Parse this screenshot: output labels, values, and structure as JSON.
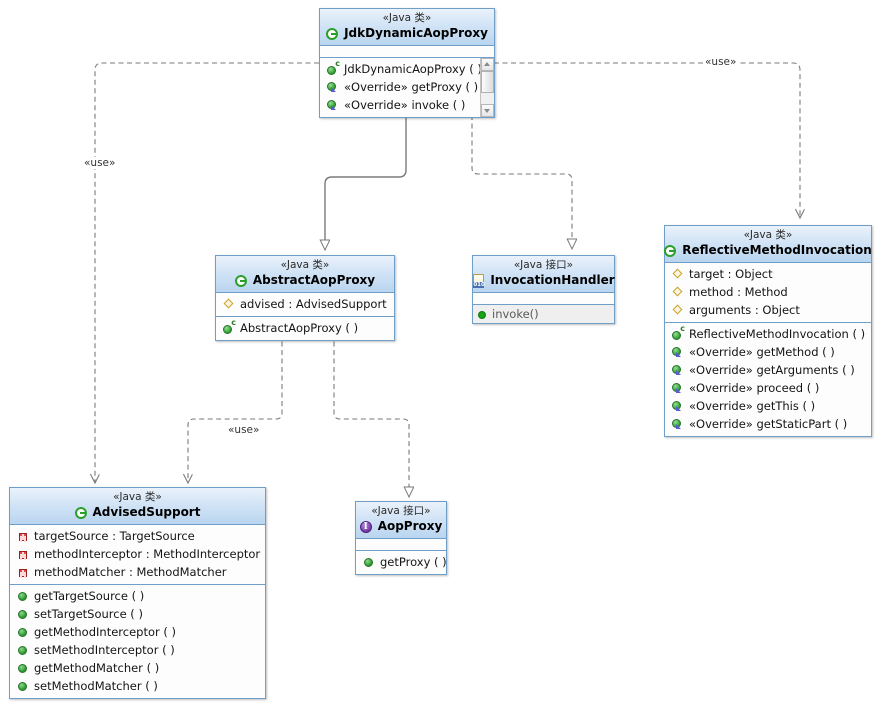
{
  "diagram": {
    "title": "Spring AOP JDK Dynamic Proxy UML Class Diagram",
    "stereotype_class": "«Java 类»",
    "stereotype_interface": "«Java 接口»",
    "override_tag": "«Override»",
    "colors": {
      "header_top": "#eaf2fb",
      "header_bottom": "#b9d5ef",
      "border": "#6f9fc8",
      "body": "#fdfdfd",
      "edge": "#7a7a7a",
      "public_green": "#35a035",
      "private_red": "#e04a4a",
      "protected_yellow": "#c9a227",
      "interface_purple": "#7b3fae"
    }
  },
  "classes": {
    "jdk_dynamic_aop_proxy": {
      "stereotype": "«Java 类»",
      "name": "JdkDynamicAopProxy",
      "type_icon": "class-icon",
      "fields": [],
      "methods": [
        {
          "icon": "constructor-icon",
          "text": "JdkDynamicAopProxy ( )"
        },
        {
          "icon": "override-method-icon",
          "text": "«Override» getProxy ( )"
        },
        {
          "icon": "override-method-icon",
          "text": "«Override» invoke ( )"
        }
      ],
      "has_scrollbar": true
    },
    "abstract_aop_proxy": {
      "stereotype": "«Java 类»",
      "name": "AbstractAopProxy",
      "type_icon": "class-icon",
      "fields": [
        {
          "icon": "protected-field-icon",
          "text": "advised : AdvisedSupport"
        }
      ],
      "methods": [
        {
          "icon": "constructor-icon",
          "text": "AbstractAopProxy ( )"
        }
      ]
    },
    "invocation_handler": {
      "stereotype": "«Java 接口»",
      "name": "InvocationHandler",
      "type_icon": "java-binary-icon",
      "fields": [],
      "methods": [
        {
          "icon": "interface-method-icon",
          "text": "invoke()"
        }
      ]
    },
    "reflective_method_invocation": {
      "stereotype": "«Java 类»",
      "name": "ReflectiveMethodInvocation",
      "type_icon": "class-icon",
      "fields": [
        {
          "icon": "protected-field-icon",
          "text": "target : Object"
        },
        {
          "icon": "protected-field-icon",
          "text": "method : Method"
        },
        {
          "icon": "protected-field-icon",
          "text": "arguments : Object"
        }
      ],
      "methods": [
        {
          "icon": "constructor-icon",
          "text": "ReflectiveMethodInvocation ( )"
        },
        {
          "icon": "override-method-icon",
          "text": "«Override» getMethod ( )"
        },
        {
          "icon": "override-method-icon",
          "text": "«Override» getArguments ( )"
        },
        {
          "icon": "override-method-icon",
          "text": "«Override» proceed ( )"
        },
        {
          "icon": "override-method-icon",
          "text": "«Override» getThis ( )"
        },
        {
          "icon": "override-method-icon",
          "text": "«Override» getStaticPart ( )"
        }
      ]
    },
    "advised_support": {
      "stereotype": "«Java 类»",
      "name": "AdvisedSupport",
      "type_icon": "class-icon",
      "fields": [
        {
          "icon": "private-field-icon",
          "text": "targetSource : TargetSource"
        },
        {
          "icon": "private-field-icon",
          "text": "methodInterceptor : MethodInterceptor"
        },
        {
          "icon": "private-field-icon",
          "text": "methodMatcher : MethodMatcher"
        }
      ],
      "methods": [
        {
          "icon": "public-method-icon",
          "text": "getTargetSource ( )"
        },
        {
          "icon": "public-method-icon",
          "text": "setTargetSource ( )"
        },
        {
          "icon": "public-method-icon",
          "text": "getMethodInterceptor ( )"
        },
        {
          "icon": "public-method-icon",
          "text": "setMethodInterceptor ( )"
        },
        {
          "icon": "public-method-icon",
          "text": "getMethodMatcher ( )"
        },
        {
          "icon": "public-method-icon",
          "text": "setMethodMatcher ( )"
        }
      ]
    },
    "aop_proxy": {
      "stereotype": "«Java 接口»",
      "name": "AopProxy",
      "type_icon": "interface-icon",
      "fields": [],
      "methods": [
        {
          "icon": "public-method-icon",
          "text": "getProxy ( )"
        }
      ]
    }
  },
  "edges": [
    {
      "id": "use-jdk-advised",
      "label": "«use»",
      "kind": "dependency",
      "from": "jdk_dynamic_aop_proxy",
      "to": "advised_support"
    },
    {
      "id": "use-jdk-reflective",
      "label": "«use»",
      "kind": "dependency",
      "from": "jdk_dynamic_aop_proxy",
      "to": "reflective_method_invocation"
    },
    {
      "id": "use-abs-advised",
      "label": "«use»",
      "kind": "dependency",
      "from": "abstract_aop_proxy",
      "to": "advised_support"
    },
    {
      "id": "gen-jdk-abs",
      "label": "",
      "kind": "generalization",
      "from": "jdk_dynamic_aop_proxy",
      "to": "abstract_aop_proxy"
    },
    {
      "id": "real-jdk-ih",
      "label": "",
      "kind": "realization",
      "from": "jdk_dynamic_aop_proxy",
      "to": "invocation_handler"
    },
    {
      "id": "real-abs-aopproxy",
      "label": "",
      "kind": "realization",
      "from": "abstract_aop_proxy",
      "to": "aop_proxy"
    }
  ],
  "edge_labels": {
    "use_left": "«use»",
    "use_top_right": "«use»",
    "use_mid": "«use»"
  }
}
